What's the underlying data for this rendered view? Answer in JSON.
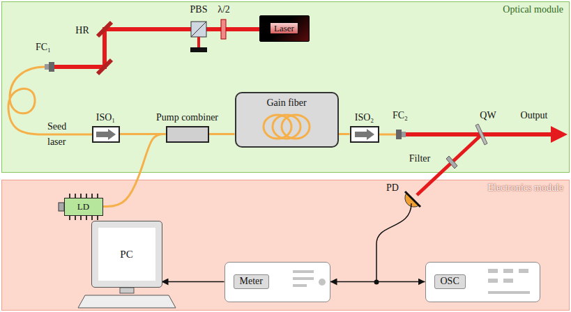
{
  "diagram": {
    "nodes": [
      {
        "text": [
          "Optical module"
        ]
      },
      {
        "text": [
          "Laser"
        ],
        "in": 0
      },
      {
        "text": [
          "ISO₁"
        ],
        "in": 0
      },
      {
        "text": [
          "Pump combiner"
        ],
        "in": 0
      },
      {
        "text": [
          "Gain fiber"
        ],
        "in": 0
      },
      {
        "text": [
          "ISO₂"
        ],
        "in": 0
      },
      {
        "text": [
          "Electronics module"
        ]
      },
      {
        "text": [
          "LD"
        ],
        "in": 6
      },
      {
        "text": [
          "PC"
        ],
        "in": 6
      },
      {
        "text": [
          "Meter"
        ],
        "in": 6
      },
      {
        "text": [
          "OSC"
        ],
        "in": 6
      }
    ],
    "edges": [
      {
        "from": 2,
        "to": 3,
        "arrow": "none"
      },
      {
        "from": 7,
        "to": 3,
        "arrow": "none"
      },
      {
        "from": 3,
        "to": 4,
        "arrow": "none"
      },
      {
        "from": 4,
        "to": 5,
        "arrow": "none"
      },
      {
        "from": 9,
        "to": 8,
        "arrow": "to"
      },
      {
        "from": 9,
        "to": 10,
        "arrow": "both"
      }
    ],
    "labels": [
      "HR",
      "PBS",
      "λ/2",
      "FC₁",
      "Seed laser",
      "FC₂",
      "QW",
      "Output",
      "Filter",
      "PD"
    ]
  }
}
